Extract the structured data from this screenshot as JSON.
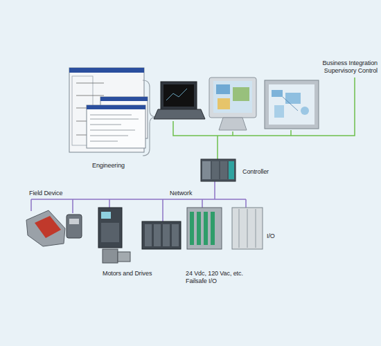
{
  "diagram": {
    "labels": [
      "Business Integration",
      "Supervisory Control",
      "Engineering",
      "Controller",
      "Field Device",
      "Network",
      "I/O",
      "Motors and Drives",
      "24 Vdc, 120 Vac, etc.",
      "Failsafe I/O"
    ]
  }
}
